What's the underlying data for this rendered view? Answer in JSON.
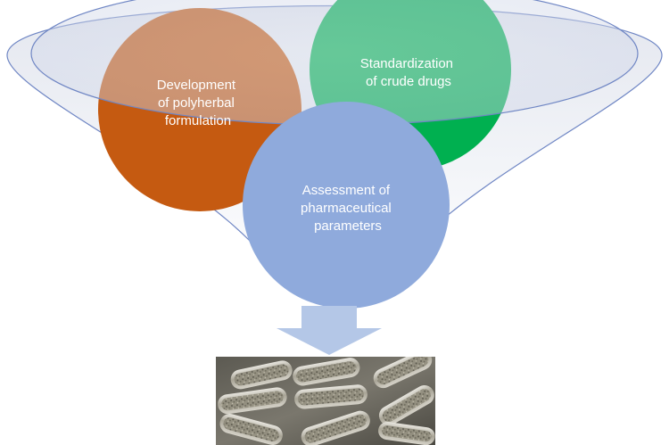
{
  "diagram": {
    "nodes": [
      {
        "id": "development",
        "lines": [
          "Development",
          "of polyherbal",
          "formulation"
        ],
        "color": "#c55a11"
      },
      {
        "id": "standardization",
        "lines": [
          "Standardization",
          "of crude drugs"
        ],
        "color": "#00b050"
      },
      {
        "id": "assessment",
        "lines": [
          "Assessment  of",
          "pharmaceutical",
          "parameters"
        ],
        "color": "#8faadc"
      }
    ],
    "funnel": {
      "fill": "#dfe3ee",
      "stroke": "#6f86c4"
    },
    "arrow": {
      "color": "#b4c7e7",
      "direction": "down"
    },
    "output_image": {
      "subject": "herbal-capsules-photo"
    }
  }
}
